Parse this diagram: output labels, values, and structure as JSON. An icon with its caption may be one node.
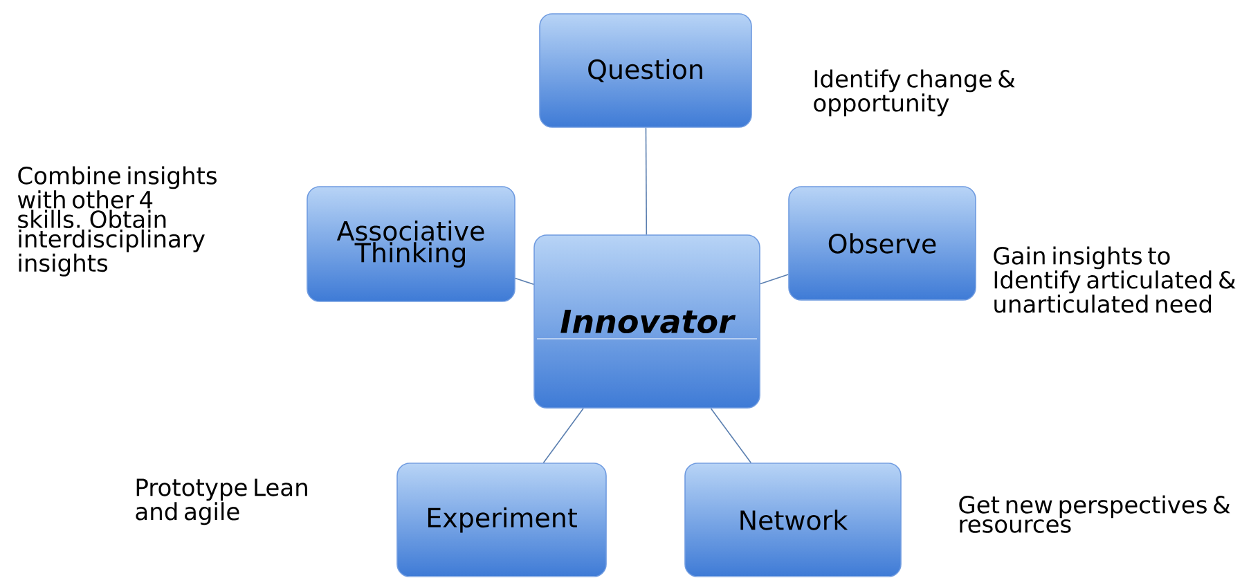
{
  "diagram": {
    "nodes": [
      {
        "text": [
          "Innovator"
        ]
      },
      {
        "text": [
          "Question"
        ],
        "beside": [
          "Identify change & opportunity"
        ]
      },
      {
        "text": [
          "Observe"
        ],
        "beside": [
          "Gain insights to Identify articulated & unarticulated need"
        ]
      },
      {
        "text": [
          "Network"
        ],
        "beside": [
          "Get new perspectives & resources"
        ]
      },
      {
        "text": [
          "Experiment"
        ],
        "beside": [
          "Prototype Lean and agile"
        ]
      },
      {
        "text": [
          "Associative Thinking"
        ],
        "beside": [
          "Combine insights with other 4 skills. Obtain interdisciplinary insights"
        ]
      }
    ],
    "edges": [
      {
        "from": 0,
        "to": 1,
        "arrow": "none"
      },
      {
        "from": 0,
        "to": 2,
        "arrow": "none"
      },
      {
        "from": 0,
        "to": 3,
        "arrow": "none"
      },
      {
        "from": 0,
        "to": 4,
        "arrow": "none"
      },
      {
        "from": 0,
        "to": 5,
        "arrow": "none"
      }
    ]
  }
}
